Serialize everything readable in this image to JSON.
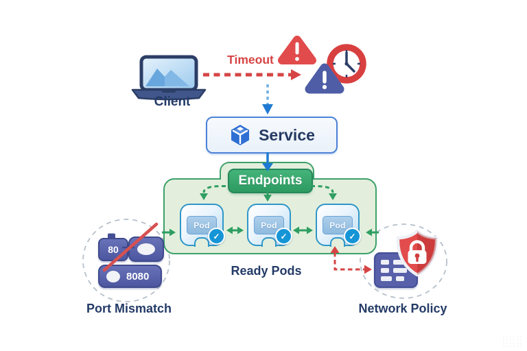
{
  "diagram": {
    "client": {
      "label": "Client",
      "icon": "laptop-icon"
    },
    "timeout": {
      "label": "Timeout",
      "icons": [
        "warning-triangle-red-icon",
        "clock-icon",
        "warning-triangle-blue-icon"
      ],
      "color": "#d64444"
    },
    "service": {
      "label": "Service",
      "icon": "service-cube-icon"
    },
    "endpoints": {
      "label": "Endpoints"
    },
    "pods": {
      "caption": "Ready Pods",
      "check_glyph": "✓",
      "items": [
        {
          "label": "Pod",
          "status": "ready"
        },
        {
          "label": "Pod",
          "status": "ready"
        },
        {
          "label": "Pod",
          "status": "ready"
        }
      ]
    },
    "port_mismatch": {
      "label": "Port Mismatch",
      "service_port": "80",
      "container_port": "8080",
      "icon": "crossed-port-blocks-icon"
    },
    "network_policy": {
      "label": "Network Policy",
      "icons": [
        "firewall-grid-icon",
        "shield-lock-icon"
      ]
    }
  },
  "colors": {
    "background": "#ffffff",
    "navy_text": "#243b67",
    "accent_red": "#d64444",
    "accent_blue": "#1e7ad2",
    "accent_green": "#2f9e62",
    "container_green_fill": "#e3efdc",
    "container_green_border": "#3da06a",
    "endpoint_green": "#35a96d",
    "pod_border_blue": "#2f96c8",
    "indigo_block": "#5760a8",
    "dashed_circle_gray": "#b6c0ca"
  },
  "watermark": {
    "glyph": "∷"
  }
}
